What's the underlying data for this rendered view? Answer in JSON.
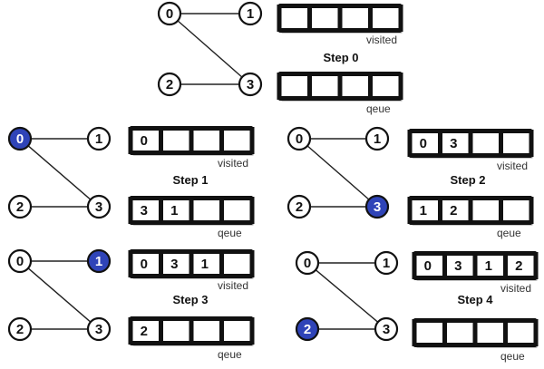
{
  "node_ids": [
    "0",
    "1",
    "2",
    "3"
  ],
  "edges": [
    [
      "0",
      "1"
    ],
    [
      "0",
      "3"
    ],
    [
      "2",
      "3"
    ]
  ],
  "highlight_color": "#2f44b8",
  "steps": [
    {
      "title": "Step 0",
      "active_node": null,
      "visited": [
        "",
        "",
        "",
        ""
      ],
      "queue": [
        "",
        "",
        "",
        ""
      ],
      "visited_caption": "visited",
      "queue_caption": "qeue"
    },
    {
      "title": "Step 1",
      "active_node": "0",
      "visited": [
        "0",
        "",
        "",
        ""
      ],
      "queue": [
        "3",
        "1",
        "",
        ""
      ],
      "visited_caption": "visited",
      "queue_caption": "qeue"
    },
    {
      "title": "Step 2",
      "active_node": "3",
      "visited": [
        "0",
        "3",
        "",
        ""
      ],
      "queue": [
        "1",
        "2",
        "",
        ""
      ],
      "visited_caption": "visited",
      "queue_caption": "qeue"
    },
    {
      "title": "Step 3",
      "active_node": "1",
      "visited": [
        "0",
        "3",
        "1",
        ""
      ],
      "queue": [
        "2",
        "",
        "",
        ""
      ],
      "visited_caption": "visited",
      "queue_caption": "qeue"
    },
    {
      "title": "Step 4",
      "active_node": "2",
      "visited": [
        "0",
        "3",
        "1",
        "2"
      ],
      "queue": [
        "",
        "",
        "",
        ""
      ],
      "visited_caption": "visited",
      "queue_caption": "qeue"
    }
  ]
}
